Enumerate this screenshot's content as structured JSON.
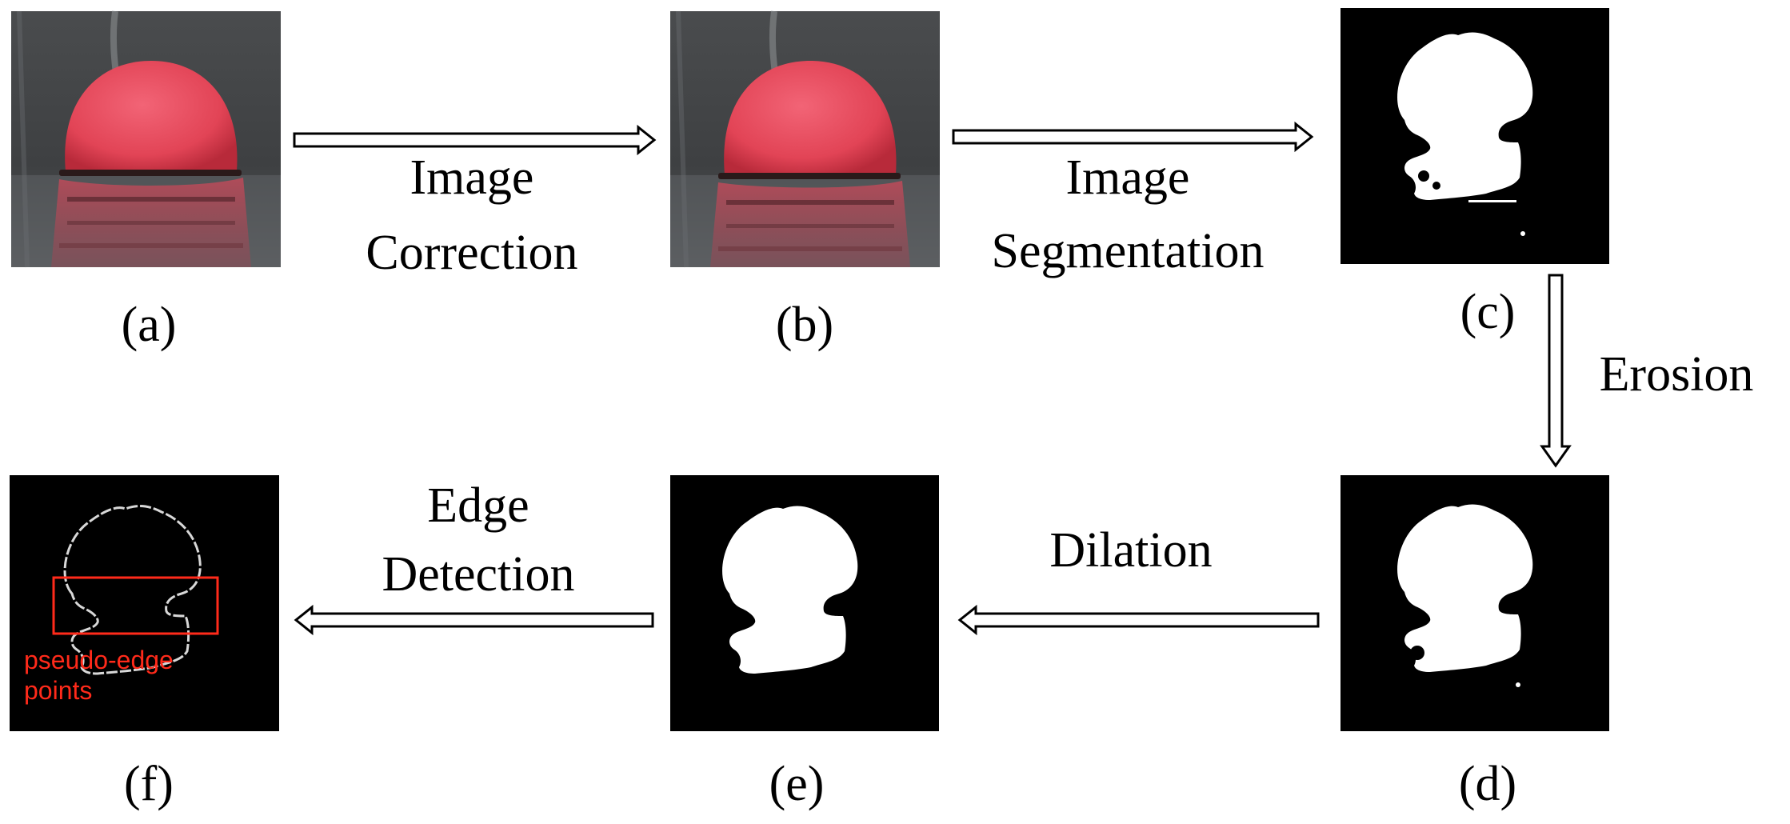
{
  "panels": {
    "a": {
      "caption": "(a)"
    },
    "b": {
      "caption": "(b)"
    },
    "c": {
      "caption": "(c)"
    },
    "d": {
      "caption": "(d)"
    },
    "e": {
      "caption": "(e)"
    },
    "f": {
      "caption": "(f)",
      "annotation_line1": "pseudo-edge",
      "annotation_line2": "points"
    }
  },
  "steps": {
    "correction": {
      "line1": "Image",
      "line2": "Correction"
    },
    "segmentation": {
      "line1": "Image",
      "line2": "Segmentation"
    },
    "erosion": {
      "label": "Erosion"
    },
    "dilation": {
      "label": "Dilation"
    },
    "edge": {
      "line1": "Edge",
      "line2": "Detection"
    }
  },
  "colors": {
    "ball_red": "#e8495a",
    "mask_bg": "#000000",
    "mask_fg": "#ffffff",
    "annotation_red": "#ff2a1a"
  }
}
